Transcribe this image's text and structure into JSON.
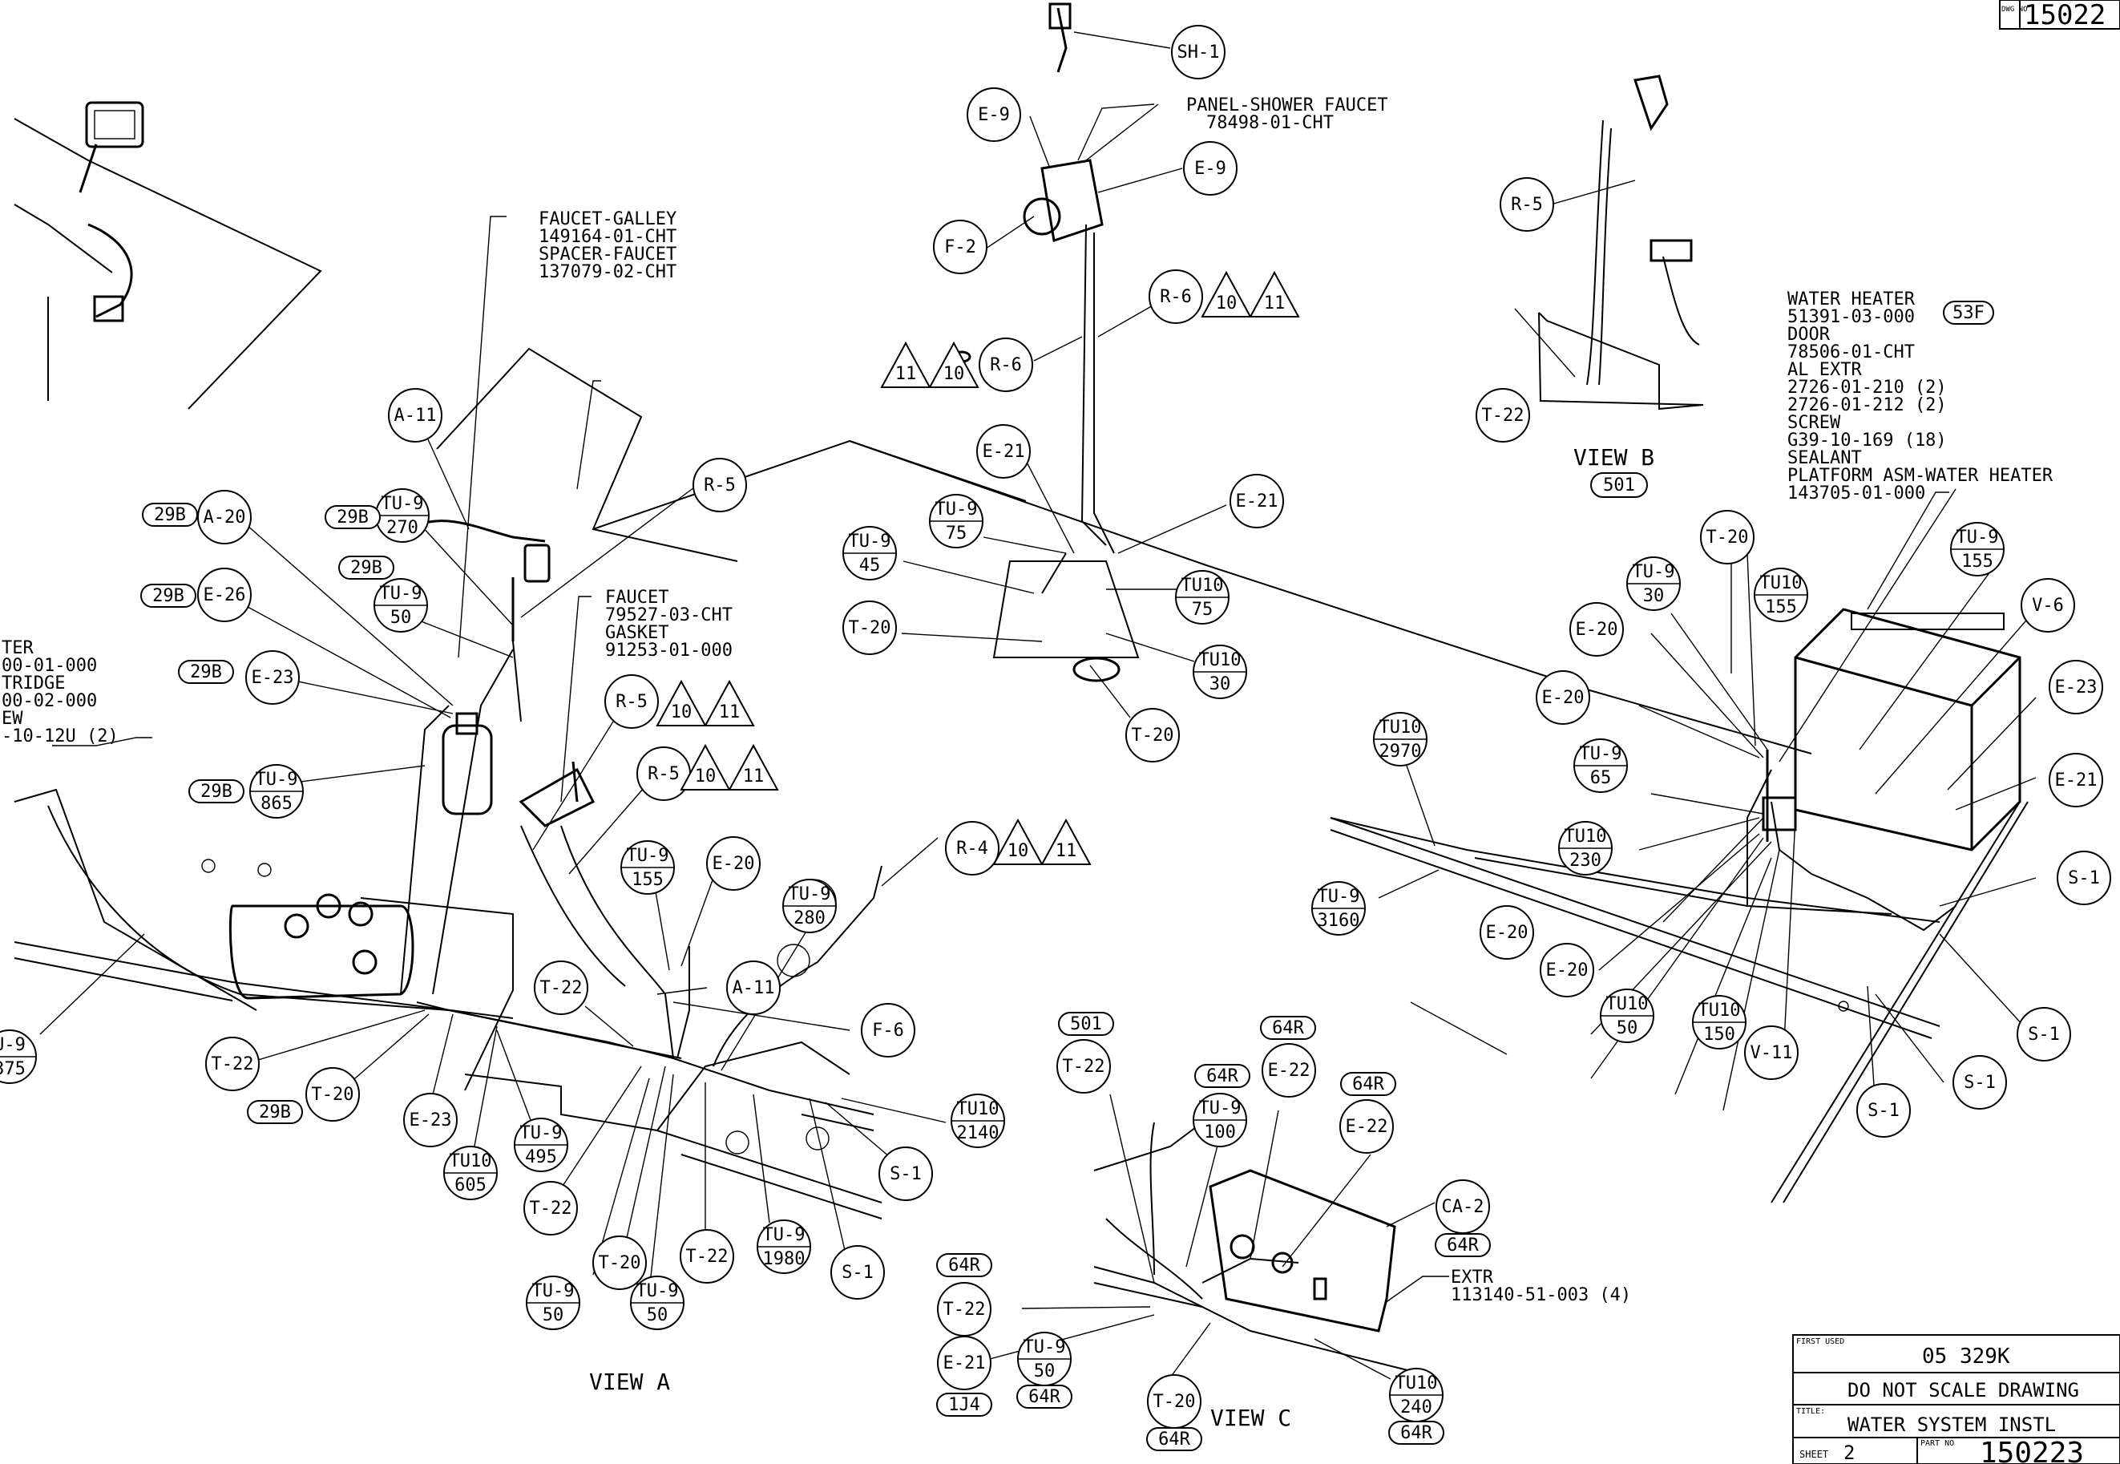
{
  "drawing_number_label": "DWG NO",
  "drawing_number": "15022",
  "part_notes": {
    "galley_faucet": [
      "FAUCET-GALLEY",
      "149164-01-CHT",
      "SPACER-FAUCET",
      "137079-02-CHT"
    ],
    "shower_panel": [
      "PANEL-SHOWER FAUCET",
      "78498-01-CHT"
    ],
    "faucet": [
      "FAUCET",
      "79527-03-CHT",
      "GASKET",
      "91253-01-000"
    ],
    "water_heater": [
      "WATER HEATER",
      "51391-03-000",
      "DOOR",
      "78506-01-CHT",
      "AL EXTR",
      "2726-01-210 (2)",
      "2726-01-212 (2)",
      "SCREW",
      "G39-10-169 (18)",
      "SEALANT",
      "PLATFORM ASM-WATER HEATER",
      "143705-01-000"
    ],
    "water_heater_tag": "53F",
    "cartridge_partial": [
      "TER",
      "00-01-000",
      "TRIDGE",
      "00-02-000",
      "EW",
      "-10-12U (2)"
    ],
    "extr": [
      "EXTR",
      "113140-51-003 (4)"
    ]
  },
  "views": {
    "view_a": "VIEW A",
    "view_b": "VIEW B",
    "view_b_tag": "501",
    "view_c": "VIEW C"
  },
  "callouts": {
    "sh1": "SH-1",
    "e9a": "E-9",
    "e9b": "E-9",
    "f2": "F-2",
    "r6a": "R-6",
    "r6b": "R-6",
    "e21a": "E-21",
    "e21b": "E-21",
    "tu9_75_top": "TU-9",
    "tu9_75_bot": "75",
    "tu9_45_top": "TU-9",
    "tu9_45_bot": "45",
    "t20a": "T-20",
    "tu10_75_top": "TU10",
    "tu10_75_bot": "75",
    "tu10_30_top": "TU10",
    "tu10_30_bot": "30",
    "t20b": "T-20",
    "a11a": "A-11",
    "r5a": "R-5",
    "tu9_270_top": "TU-9",
    "tu9_270_bot": "270",
    "a20": "A-20",
    "tu9_50a_top": "TU-9",
    "tu9_50a_bot": "50",
    "e26": "E-26",
    "e23a": "E-23",
    "tu9_865_top": "TU-9",
    "tu9_865_bot": "865",
    "r5b": "R-5",
    "r5c": "R-5",
    "tu9_155a_top": "TU-9",
    "tu9_155a_bot": "155",
    "e20a": "E-20",
    "tu9_280_top": "TU-9",
    "tu9_280_bot": "280",
    "r4": "R-4",
    "a11b": "A-11",
    "f6": "F-6",
    "t22a": "T-22",
    "t22b": "T-22",
    "t20c": "T-20",
    "e23b": "E-23",
    "tu10_605_top": "TU10",
    "tu10_605_bot": "605",
    "tu9_495_top": "TU-9",
    "tu9_495_bot": "495",
    "t22c": "T-22",
    "t20d": "T-20",
    "t22d": "T-22",
    "tu9_1980_top": "TU-9",
    "tu9_1980_bot": "1980",
    "s1a": "S-1",
    "s1b": "S-1",
    "tu10_2140_top": "TU10",
    "tu10_2140_bot": "2140",
    "tu9_50b_top": "TU-9",
    "tu9_50b_bot": "50",
    "tu9_50c_top": "TU-9",
    "tu9_50c_bot": "50",
    "tu9_375_top": "U-9",
    "tu9_375_bot": "375",
    "r5d": "R-5",
    "t22e": "T-22",
    "t20e": "T-20",
    "tu9_30_top": "TU-9",
    "tu9_30_bot": "30",
    "tu10_155_top": "TU10",
    "tu10_155_bot": "155",
    "tu9_155b_top": "TU-9",
    "tu9_155b_bot": "155",
    "v6": "V-6",
    "e23c": "E-23",
    "e21c": "E-21",
    "e20b": "E-20",
    "e20c": "E-20",
    "tu9_65_top": "TU-9",
    "tu9_65_bot": "65",
    "tu10_230_top": "TU10",
    "tu10_230_bot": "230",
    "tu10_2970_top": "TU10",
    "tu10_2970_bot": "2970",
    "tu9_3160_top": "TU-9",
    "tu9_3160_bot": "3160",
    "e20d": "E-20",
    "e20e": "E-20",
    "tu10_50_top": "TU10",
    "tu10_50_bot": "50",
    "tu10_150_top": "TU10",
    "tu10_150_bot": "150",
    "v11": "V-11",
    "s1c": "S-1",
    "s1d": "S-1",
    "s1e": "S-1",
    "s1f": "S-1",
    "t22f": "T-22",
    "e22a": "E-22",
    "e22b": "E-22",
    "tu9_100_top": "TU-9",
    "tu9_100_bot": "100",
    "ca2": "CA-2",
    "t22g": "T-22",
    "e21d": "E-21",
    "tu9_50d_top": "TU-9",
    "tu9_50d_bot": "50",
    "t20f": "T-20",
    "tu10_240_top": "TU10",
    "tu10_240_bot": "240"
  },
  "tags": {
    "t29b_1": "29B",
    "t29b_2": "29B",
    "t29b_3": "29B",
    "t29b_4": "29B",
    "t29b_5": "29B",
    "t29b_6": "29B",
    "t29b_7": "29B",
    "t501": "501",
    "t64r_1": "64R",
    "t64r_2": "64R",
    "t64r_3": "64R",
    "t64r_4": "64R",
    "t64r_5": "64R",
    "t64r_6": "64R",
    "t64r_7": "64R",
    "t64r_8": "64R",
    "t1j4": "1J4"
  },
  "revisions": {
    "r10": "10",
    "r11": "11"
  },
  "title_block": {
    "first_used_label": "FIRST USED",
    "first_used": "05 329K",
    "warning": "DO NOT SCALE DRAWING",
    "title_label": "TITLE:",
    "title": "WATER SYSTEM INSTL",
    "sheet_label": "SHEET",
    "sheet": "2",
    "part_no_label": "PART NO",
    "part_no": "150223"
  }
}
